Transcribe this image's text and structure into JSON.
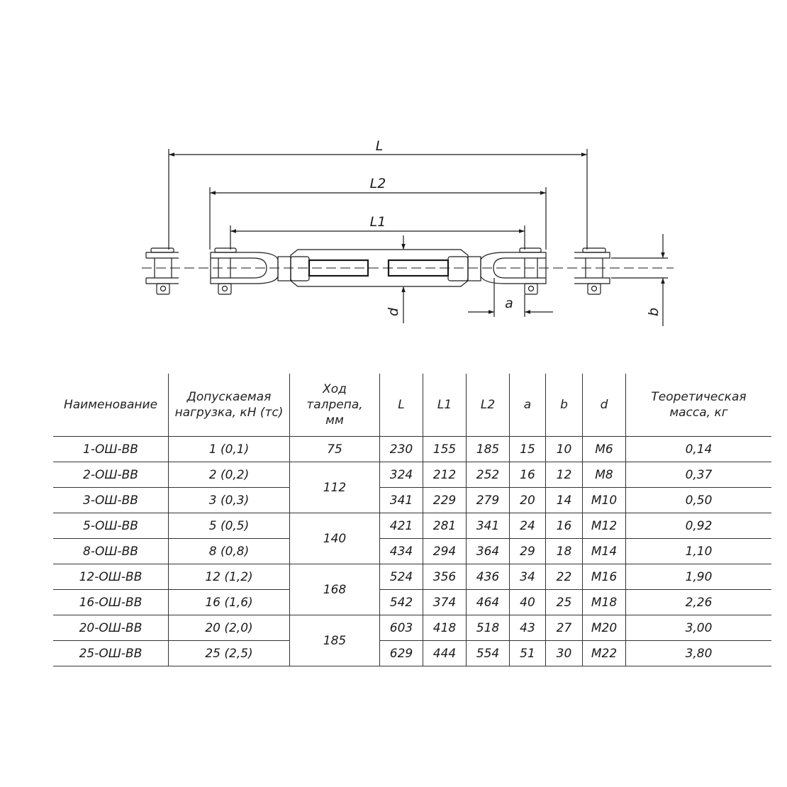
{
  "drawing": {
    "dim_labels": {
      "L": "L",
      "L2": "L2",
      "L1": "L1",
      "a": "a",
      "b": "b",
      "d": "d"
    }
  },
  "table": {
    "headers": [
      "Наименование",
      "Допускаемая нагрузка, кН (тс)",
      "Ход талрепа, мм",
      "L",
      "L1",
      "L2",
      "a",
      "b",
      "d",
      "Теоретическая масса, кг"
    ],
    "rows": [
      {
        "name": "1-ОШ-ВВ",
        "load": "1 (0,1)",
        "L": "230",
        "L1": "155",
        "L2": "185",
        "a": "15",
        "b": "10",
        "d": "M6",
        "mass": "0,14"
      },
      {
        "name": "2-ОШ-ВВ",
        "load": "2 (0,2)",
        "L": "324",
        "L1": "212",
        "L2": "252",
        "a": "16",
        "b": "12",
        "d": "M8",
        "mass": "0,37"
      },
      {
        "name": "3-ОШ-ВВ",
        "load": "3 (0,3)",
        "L": "341",
        "L1": "229",
        "L2": "279",
        "a": "20",
        "b": "14",
        "d": "M10",
        "mass": "0,50"
      },
      {
        "name": "5-ОШ-ВВ",
        "load": "5 (0,5)",
        "L": "421",
        "L1": "281",
        "L2": "341",
        "a": "24",
        "b": "16",
        "d": "M12",
        "mass": "0,92"
      },
      {
        "name": "8-ОШ-ВВ",
        "load": "8 (0,8)",
        "L": "434",
        "L1": "294",
        "L2": "364",
        "a": "29",
        "b": "18",
        "d": "M14",
        "mass": "1,10"
      },
      {
        "name": "12-ОШ-ВВ",
        "load": "12 (1,2)",
        "L": "524",
        "L1": "356",
        "L2": "436",
        "a": "34",
        "b": "22",
        "d": "M16",
        "mass": "1,90"
      },
      {
        "name": "16-ОШ-ВВ",
        "load": "16 (1,6)",
        "L": "542",
        "L1": "374",
        "L2": "464",
        "a": "40",
        "b": "25",
        "d": "M18",
        "mass": "2,26"
      },
      {
        "name": "20-ОШ-ВВ",
        "load": "20 (2,0)",
        "L": "603",
        "L1": "418",
        "L2": "518",
        "a": "43",
        "b": "27",
        "d": "M20",
        "mass": "3,00"
      },
      {
        "name": "25-ОШ-ВВ",
        "load": "25 (2,5)",
        "L": "629",
        "L1": "444",
        "L2": "554",
        "a": "51",
        "b": "30",
        "d": "M22",
        "mass": "3,80"
      }
    ],
    "stroke_groups": [
      {
        "value": "75",
        "rows": 1
      },
      {
        "value": "112",
        "rows": 2
      },
      {
        "value": "140",
        "rows": 2
      },
      {
        "value": "168",
        "rows": 2
      },
      {
        "value": "185",
        "rows": 2
      }
    ]
  }
}
